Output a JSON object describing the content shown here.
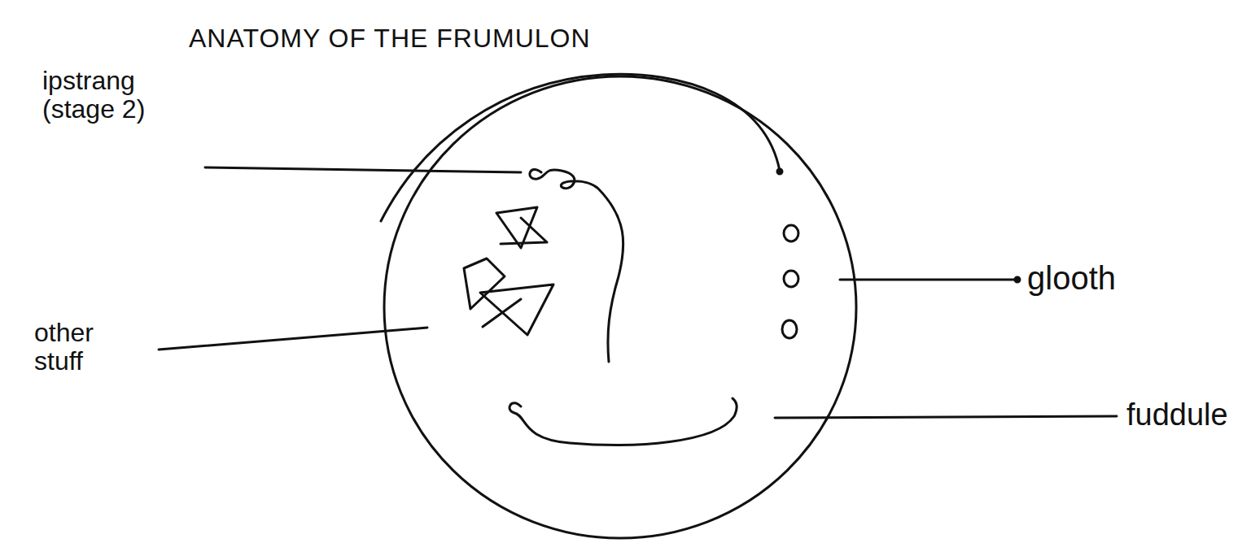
{
  "diagram": {
    "title": "ANATOMY OF THE FRUMULON",
    "labels": [
      "ipstrang (stage 2)",
      "other stuff",
      "glooth",
      "fuddule"
    ]
  }
}
